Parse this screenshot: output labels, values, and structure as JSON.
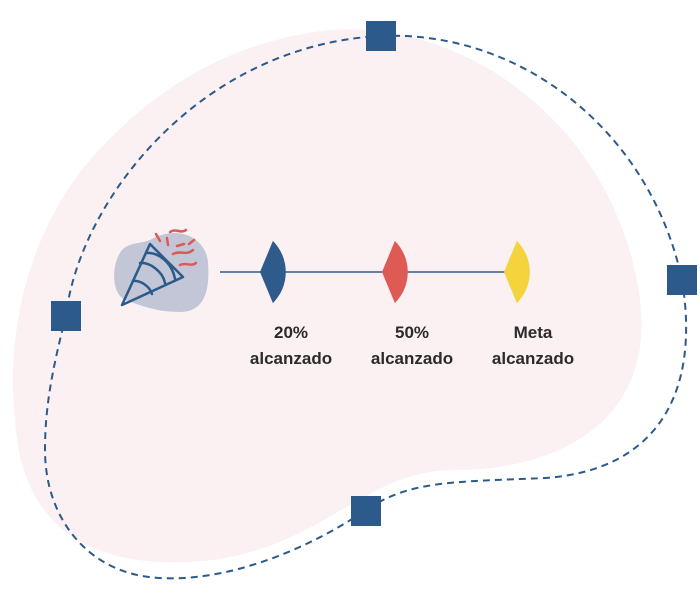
{
  "colors": {
    "blob": "#fbf1f2",
    "frame_line": "#2c5a8a",
    "frame_node": "#2c5a8a",
    "connector": "#2c5a8a",
    "icon_bg": "#c2c6d6",
    "icon_stroke": "#2c5a8a",
    "confetti": "#e0575a"
  },
  "icon": {
    "name": "party-popper-icon"
  },
  "milestones": [
    {
      "line1": "20%",
      "line2": "alcanzado",
      "color": "#2e5b8c",
      "icon": "fan-marker-icon"
    },
    {
      "line1": "50%",
      "line2": "alcanzado",
      "color": "#de5b55",
      "icon": "fan-marker-icon"
    },
    {
      "line1": "Meta",
      "line2": "alcanzado",
      "color": "#f5d33c",
      "icon": "fan-marker-icon"
    }
  ]
}
